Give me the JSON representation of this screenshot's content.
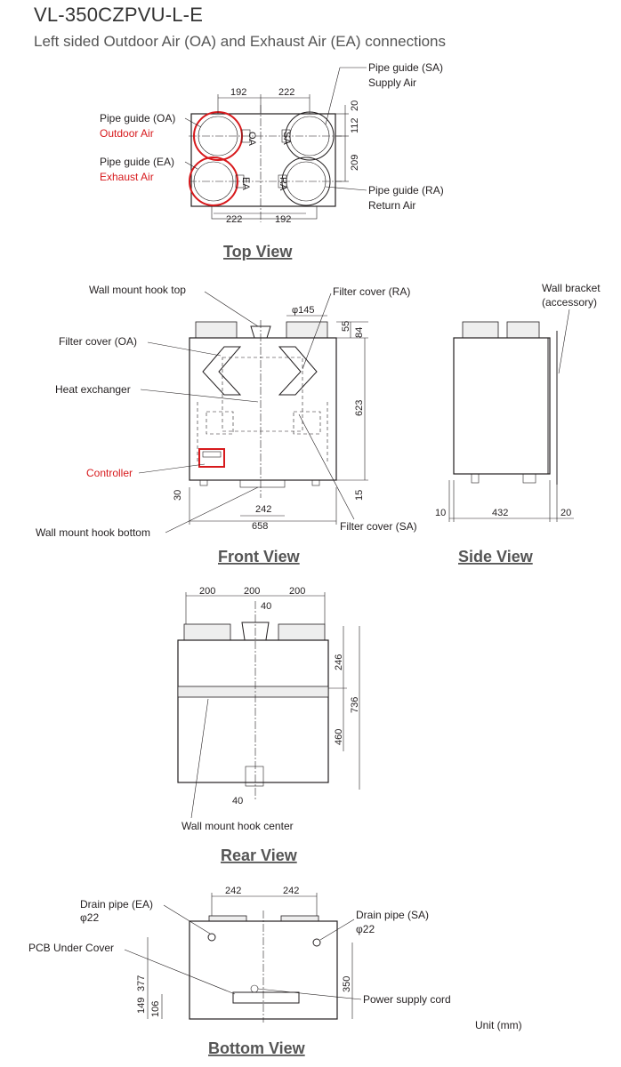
{
  "model": "VL-350CZPVU-L-E",
  "subtitle": "Left sided Outdoor Air (OA) and Exhaust Air (EA) connections",
  "unit_note": "Unit (mm)",
  "views": {
    "top": "Top View",
    "front": "Front View",
    "side": "Side View",
    "rear": "Rear View",
    "bottom": "Bottom View"
  },
  "top_labels": {
    "pipe_sa": "Pipe guide (SA)",
    "supply_air": "Supply Air",
    "pipe_oa": "Pipe guide (OA)",
    "outdoor_air": "Outdoor Air",
    "pipe_ea": "Pipe guide (EA)",
    "exhaust_air": "Exhaust Air",
    "pipe_ra": "Pipe guide (RA)",
    "return_air": "Return Air",
    "tag_oa": "OA",
    "tag_sa": "SA",
    "tag_ea": "EA",
    "tag_ra": "RA"
  },
  "top_dims": {
    "d192a": "192",
    "d222a": "222",
    "d222b": "222",
    "d192b": "192",
    "d20": "20",
    "d112": "112",
    "d209": "209"
  },
  "front_labels": {
    "hook_top": "Wall mount hook top",
    "filter_ra": "Filter cover (RA)",
    "filter_oa": "Filter cover (OA)",
    "heat_exchanger": "Heat exchanger",
    "controller": "Controller",
    "hook_bottom": "Wall mount hook bottom",
    "filter_sa": "Filter cover (SA)"
  },
  "front_dims": {
    "phi145": "φ145",
    "d55": "55",
    "d84": "84",
    "d623": "623",
    "d30": "30",
    "d15": "15",
    "d242": "242",
    "d658": "658"
  },
  "side_labels": {
    "bracket_1": "Wall bracket",
    "bracket_2": "(accessory)"
  },
  "side_dims": {
    "d10": "10",
    "d432": "432",
    "d20": "20"
  },
  "rear_labels": {
    "hook_center": "Wall mount hook center"
  },
  "rear_dims": {
    "d200a": "200",
    "d200b": "200",
    "d200c": "200",
    "d40a": "40",
    "d246": "246",
    "d736": "736",
    "d460": "460",
    "d40b": "40"
  },
  "bottom_labels": {
    "drain_ea": "Drain pipe (EA)",
    "drain_ea_dia": "φ22",
    "drain_sa": "Drain pipe (SA)",
    "drain_sa_dia": "φ22",
    "pcb": "PCB Under Cover",
    "power": "Power supply cord"
  },
  "bottom_dims": {
    "d242a": "242",
    "d242b": "242",
    "d377": "377",
    "d149": "149",
    "d106": "106",
    "d350": "350"
  },
  "colors": {
    "accent_red": "#d7191c",
    "line": "#231f20"
  }
}
